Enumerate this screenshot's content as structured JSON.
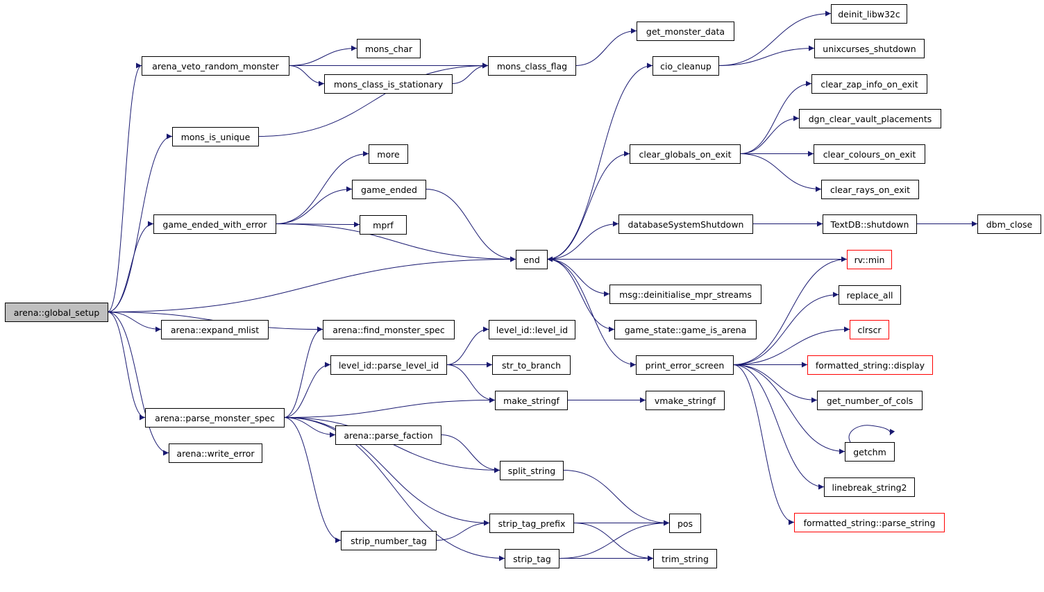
{
  "title": "arena::global_setup call graph",
  "colors": {
    "edge": "#191970",
    "root_fill": "#bfbfbf",
    "external_border": "#ff0000"
  },
  "nodes": [
    {
      "id": "global_setup",
      "label": "arena::global_setup",
      "kind": "root"
    },
    {
      "id": "veto",
      "label": "arena_veto_random_monster"
    },
    {
      "id": "mons_char",
      "label": "mons_char"
    },
    {
      "id": "stationary",
      "label": "mons_class_is_stationary"
    },
    {
      "id": "mons_class_flag",
      "label": "mons_class_flag"
    },
    {
      "id": "get_monster_data",
      "label": "get_monster_data"
    },
    {
      "id": "mons_is_unique",
      "label": "mons_is_unique"
    },
    {
      "id": "more",
      "label": "more"
    },
    {
      "id": "game_ended",
      "label": "game_ended"
    },
    {
      "id": "game_ended_with_error",
      "label": "game_ended_with_error"
    },
    {
      "id": "mprf",
      "label": "mprf"
    },
    {
      "id": "end",
      "label": "end"
    },
    {
      "id": "expand_mlist",
      "label": "arena::expand_mlist"
    },
    {
      "id": "find_monster_spec",
      "label": "arena::find_monster_spec"
    },
    {
      "id": "level_id",
      "label": "level_id::level_id"
    },
    {
      "id": "parse_level_id",
      "label": "level_id::parse_level_id"
    },
    {
      "id": "str_to_branch",
      "label": "str_to_branch"
    },
    {
      "id": "parse_monster_spec",
      "label": "arena::parse_monster_spec"
    },
    {
      "id": "make_stringf",
      "label": "make_stringf"
    },
    {
      "id": "vmake_stringf",
      "label": "vmake_stringf"
    },
    {
      "id": "write_error",
      "label": "arena::write_error"
    },
    {
      "id": "parse_faction",
      "label": "arena::parse_faction"
    },
    {
      "id": "split_string",
      "label": "split_string"
    },
    {
      "id": "strip_tag_prefix",
      "label": "strip_tag_prefix"
    },
    {
      "id": "strip_number_tag",
      "label": "strip_number_tag"
    },
    {
      "id": "strip_tag",
      "label": "strip_tag"
    },
    {
      "id": "pos",
      "label": "pos"
    },
    {
      "id": "trim_string",
      "label": "trim_string"
    },
    {
      "id": "cio_cleanup",
      "label": "cio_cleanup"
    },
    {
      "id": "deinit_libw32c",
      "label": "deinit_libw32c"
    },
    {
      "id": "unixcurses_shutdown",
      "label": "unixcurses_shutdown"
    },
    {
      "id": "clear_zap",
      "label": "clear_zap_info_on_exit"
    },
    {
      "id": "dgn_clear",
      "label": "dgn_clear_vault_placements"
    },
    {
      "id": "clear_globals",
      "label": "clear_globals_on_exit"
    },
    {
      "id": "clear_colours",
      "label": "clear_colours_on_exit"
    },
    {
      "id": "clear_rays",
      "label": "clear_rays_on_exit"
    },
    {
      "id": "db_shutdown",
      "label": "databaseSystemShutdown"
    },
    {
      "id": "textdb_shutdown",
      "label": "TextDB::shutdown"
    },
    {
      "id": "dbm_close",
      "label": "dbm_close"
    },
    {
      "id": "rv_min",
      "label": "rv::min",
      "kind": "external"
    },
    {
      "id": "msg_deinit",
      "label": "msg::deinitialise_mpr_streams"
    },
    {
      "id": "game_is_arena",
      "label": "game_state::game_is_arena"
    },
    {
      "id": "print_error_screen",
      "label": "print_error_screen"
    },
    {
      "id": "replace_all",
      "label": "replace_all"
    },
    {
      "id": "clrscr",
      "label": "clrscr",
      "kind": "external"
    },
    {
      "id": "fs_display",
      "label": "formatted_string::display",
      "kind": "external"
    },
    {
      "id": "get_number_of_cols",
      "label": "get_number_of_cols"
    },
    {
      "id": "getchm",
      "label": "getchm"
    },
    {
      "id": "linebreak_string2",
      "label": "linebreak_string2"
    },
    {
      "id": "fs_parse_string",
      "label": "formatted_string::parse_string",
      "kind": "external"
    }
  ],
  "edges": [
    [
      "global_setup",
      "veto"
    ],
    [
      "global_setup",
      "mons_is_unique"
    ],
    [
      "global_setup",
      "game_ended_with_error"
    ],
    [
      "global_setup",
      "end"
    ],
    [
      "global_setup",
      "expand_mlist"
    ],
    [
      "global_setup",
      "find_monster_spec"
    ],
    [
      "global_setup",
      "parse_monster_spec"
    ],
    [
      "global_setup",
      "write_error"
    ],
    [
      "veto",
      "mons_char"
    ],
    [
      "veto",
      "stationary"
    ],
    [
      "veto",
      "mons_class_flag"
    ],
    [
      "stationary",
      "mons_class_flag"
    ],
    [
      "mons_is_unique",
      "mons_class_flag"
    ],
    [
      "mons_class_flag",
      "get_monster_data"
    ],
    [
      "game_ended_with_error",
      "more"
    ],
    [
      "game_ended_with_error",
      "game_ended"
    ],
    [
      "game_ended_with_error",
      "mprf"
    ],
    [
      "game_ended_with_error",
      "end"
    ],
    [
      "game_ended",
      "end"
    ],
    [
      "parse_monster_spec",
      "find_monster_spec"
    ],
    [
      "parse_monster_spec",
      "parse_level_id"
    ],
    [
      "parse_monster_spec",
      "make_stringf"
    ],
    [
      "parse_monster_spec",
      "parse_faction"
    ],
    [
      "parse_monster_spec",
      "split_string"
    ],
    [
      "parse_monster_spec",
      "strip_tag_prefix"
    ],
    [
      "parse_monster_spec",
      "strip_number_tag"
    ],
    [
      "parse_monster_spec",
      "strip_tag"
    ],
    [
      "parse_level_id",
      "level_id"
    ],
    [
      "parse_level_id",
      "str_to_branch"
    ],
    [
      "parse_level_id",
      "make_stringf"
    ],
    [
      "make_stringf",
      "vmake_stringf"
    ],
    [
      "parse_faction",
      "split_string"
    ],
    [
      "split_string",
      "pos"
    ],
    [
      "strip_tag_prefix",
      "pos"
    ],
    [
      "strip_tag_prefix",
      "trim_string"
    ],
    [
      "strip_number_tag",
      "strip_tag_prefix"
    ],
    [
      "strip_tag",
      "pos"
    ],
    [
      "strip_tag",
      "trim_string"
    ],
    [
      "end",
      "cio_cleanup"
    ],
    [
      "end",
      "clear_globals"
    ],
    [
      "end",
      "db_shutdown"
    ],
    [
      "end",
      "msg_deinit"
    ],
    [
      "end",
      "game_is_arena"
    ],
    [
      "end",
      "print_error_screen"
    ],
    [
      "cio_cleanup",
      "deinit_libw32c"
    ],
    [
      "cio_cleanup",
      "unixcurses_shutdown"
    ],
    [
      "clear_globals",
      "clear_zap"
    ],
    [
      "clear_globals",
      "dgn_clear"
    ],
    [
      "clear_globals",
      "clear_colours"
    ],
    [
      "clear_globals",
      "clear_rays"
    ],
    [
      "db_shutdown",
      "textdb_shutdown"
    ],
    [
      "textdb_shutdown",
      "dbm_close"
    ],
    [
      "print_error_screen",
      "rv_min"
    ],
    [
      "print_error_screen",
      "replace_all"
    ],
    [
      "print_error_screen",
      "clrscr"
    ],
    [
      "print_error_screen",
      "fs_display"
    ],
    [
      "print_error_screen",
      "get_number_of_cols"
    ],
    [
      "print_error_screen",
      "getchm"
    ],
    [
      "print_error_screen",
      "linebreak_string2"
    ],
    [
      "print_error_screen",
      "fs_parse_string"
    ],
    [
      "rv_min",
      "end"
    ],
    [
      "getchm",
      "getchm"
    ]
  ]
}
